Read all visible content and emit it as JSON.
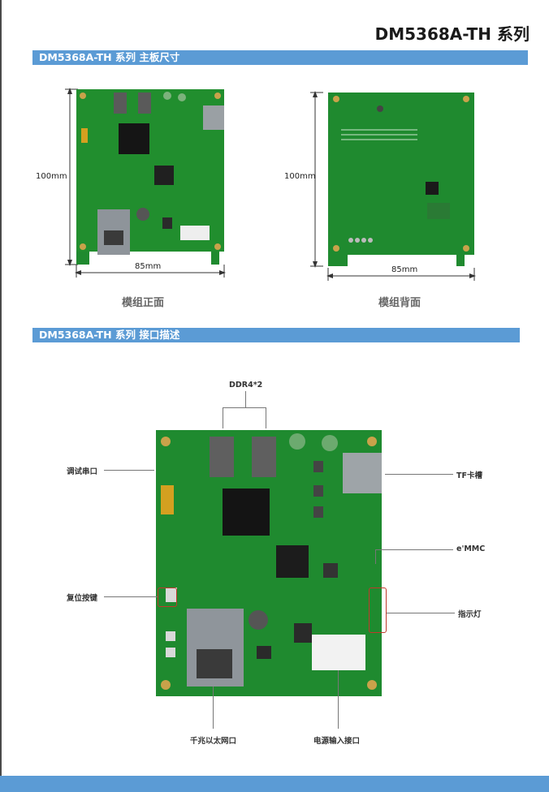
{
  "header": {
    "title": "DM5368A-TH 系列"
  },
  "section1": {
    "title": "DM5368A-TH 系列  主板尺寸",
    "front": {
      "height_label": "100mm",
      "width_label": "85mm",
      "caption": "模组正面"
    },
    "back": {
      "height_label": "100mm",
      "width_label": "85mm",
      "caption": "模组背面"
    }
  },
  "section2": {
    "title": "DM5368A-TH 系列   接口描述",
    "callouts": {
      "ddr": "DDR4*2",
      "debug": "调试串口",
      "tf": "TF卡槽",
      "emmc": "e'MMC",
      "reset": "复位按键",
      "led": "指示灯",
      "ethernet": "千兆以太网口",
      "power": "电源输入接口"
    }
  },
  "colors": {
    "accent": "#5b9bd5",
    "pcb": "#1f8a2f",
    "highlight": "#c0392b"
  }
}
